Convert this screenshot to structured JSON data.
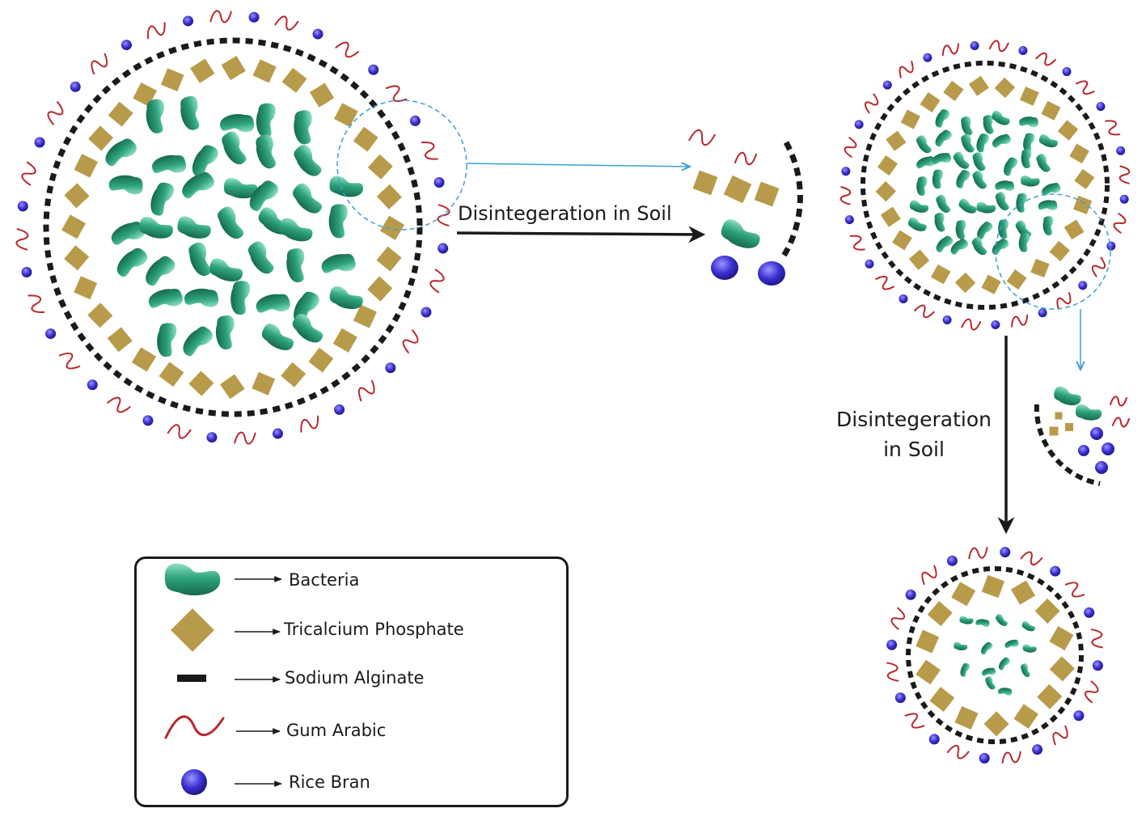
{
  "labels": {
    "main_arrow": "Disintegeration in Soil",
    "second_arrow_line1": "Disintegeration",
    "second_arrow_line2": "in Soil"
  },
  "legend": [
    {
      "key": "bacteria",
      "label": "Bacteria",
      "icon": "bacteria-icon"
    },
    {
      "key": "tcp",
      "label": "Tricalcium Phosphate",
      "icon": "diamond-icon"
    },
    {
      "key": "alginate",
      "label": "Sodium Alginate",
      "icon": "dash-icon"
    },
    {
      "key": "gum",
      "label": "Gum Arabic",
      "icon": "wave-icon"
    },
    {
      "key": "bran",
      "label": "Rice Bran",
      "icon": "sphere-icon"
    }
  ],
  "colors": {
    "bacteria": "#2a9d78",
    "bacteria_light": "#7fd6b8",
    "tcp": "#b89b4a",
    "alginate": "#1a1a1a",
    "gum": "#b8282e",
    "bran": "#3a2fc0",
    "bran_light": "#8c86ff",
    "zoom": "#3aa0d0"
  }
}
